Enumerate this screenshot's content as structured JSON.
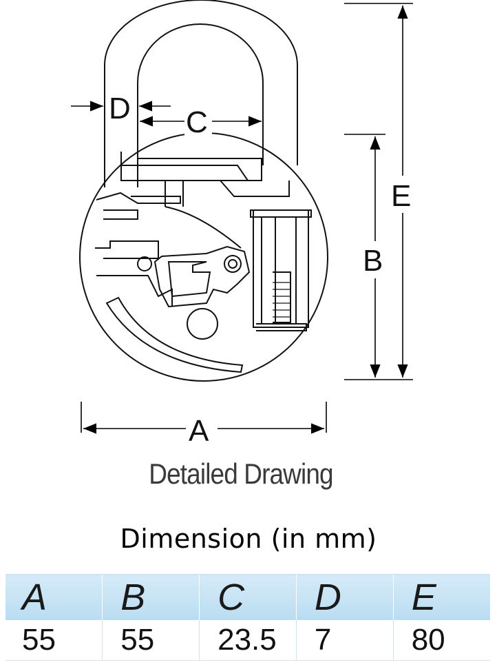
{
  "drawing": {
    "labels": {
      "a": "A",
      "b": "B",
      "c": "C",
      "d": "D",
      "e": "E"
    },
    "caption": "Detailed Drawing"
  },
  "table": {
    "title": "Dimension (in mm)",
    "headers": [
      "A",
      "B",
      "C",
      "D",
      "E"
    ],
    "values": [
      "55",
      "55",
      "23.5",
      "7",
      "80"
    ],
    "header_color": "#c8e4f6"
  }
}
